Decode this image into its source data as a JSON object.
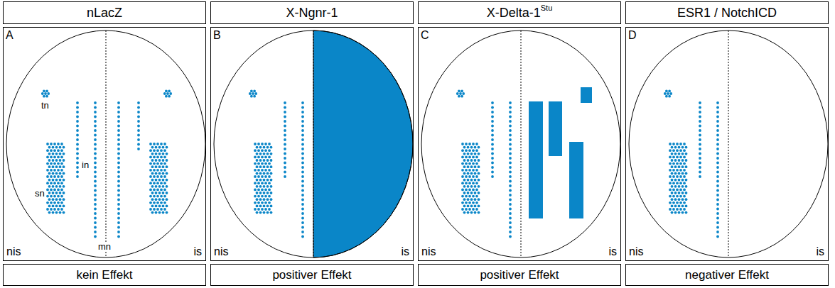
{
  "diagram": {
    "nodes": [
      {
        "text": [
          "nLacZ"
        ]
      },
      {
        "text": [
          "X-Ngnr-1"
        ]
      },
      {
        "text": [
          "X-Delta-1",
          "Stu"
        ]
      },
      {
        "text": [
          "ESR1 / NotchICD"
        ]
      },
      {
        "text": [
          "A",
          "nis",
          "is"
        ]
      },
      {
        "text": [
          "B",
          "nis",
          "is"
        ]
      },
      {
        "text": [
          "C",
          "nis",
          "is"
        ]
      },
      {
        "text": [
          "D",
          "nis",
          "is"
        ]
      },
      {
        "text": [
          "kein Effekt"
        ]
      },
      {
        "text": [
          "positiver Effekt"
        ]
      },
      {
        "text": [
          "positiver Effekt"
        ]
      },
      {
        "text": [
          "negativer Effekt"
        ]
      }
    ],
    "labels": [
      "tn",
      "in",
      "sn",
      "mn"
    ]
  }
}
